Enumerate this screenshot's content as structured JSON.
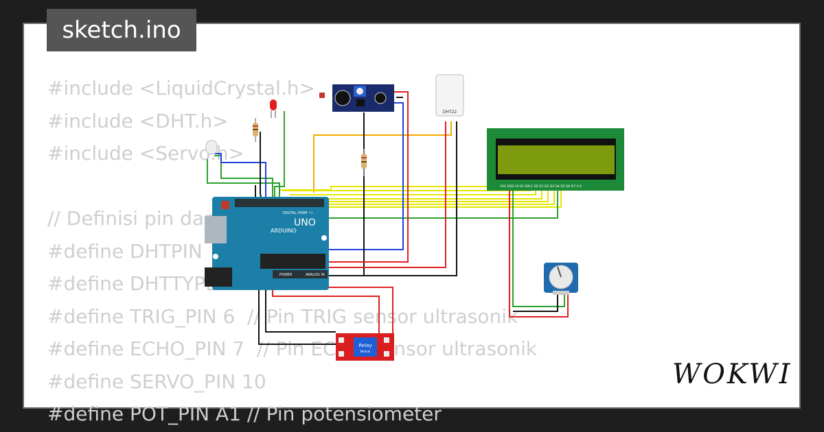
{
  "title": "sketch.ino",
  "brand": "WOKWI",
  "code_lines": [
    "#include <LiquidCrystal.h>",
    "#include <DHT.h>",
    "#include <Servo.h>",
    "",
    "// Definisi pin dan sensor",
    "#define DHTPIN",
    "#define DHTTYPE DHT22",
    "#define TRIG_PIN 6  // Pin TRIG sensor ultrasonik",
    "#define ECHO_PIN 7  // Pin ECHO sensor ultrasonik",
    "#define SERVO_PIN 10",
    "#define POT_PIN A1 // Pin potensiometer"
  ],
  "components": {
    "arduino_logo": "ARDUINO",
    "arduino_model": "UNO",
    "digital_label": "DIGITAL (PWM ~)",
    "power_label": "POWER",
    "analog_label": "ANALOG IN",
    "dht_label": "DHT22",
    "relay_label": "Relay",
    "relay_sub": "Module",
    "lcd_pins": "VSS VDD V0 RS RW E D0 D1 D2 D3 D4 D5 D6 D7 A K"
  },
  "colors": {
    "background": "#1e1e1e",
    "card": "#ffffff",
    "code_text": "#cfcfcf",
    "title_bg": "#555555",
    "arduino": "#1c7fa8",
    "lcd_frame": "#1d8a3a",
    "lcd_screen": "#7e9b10",
    "ultrasonic": "#1a2b6b",
    "pot": "#1e6bb0",
    "relay": "#d81e1e"
  }
}
